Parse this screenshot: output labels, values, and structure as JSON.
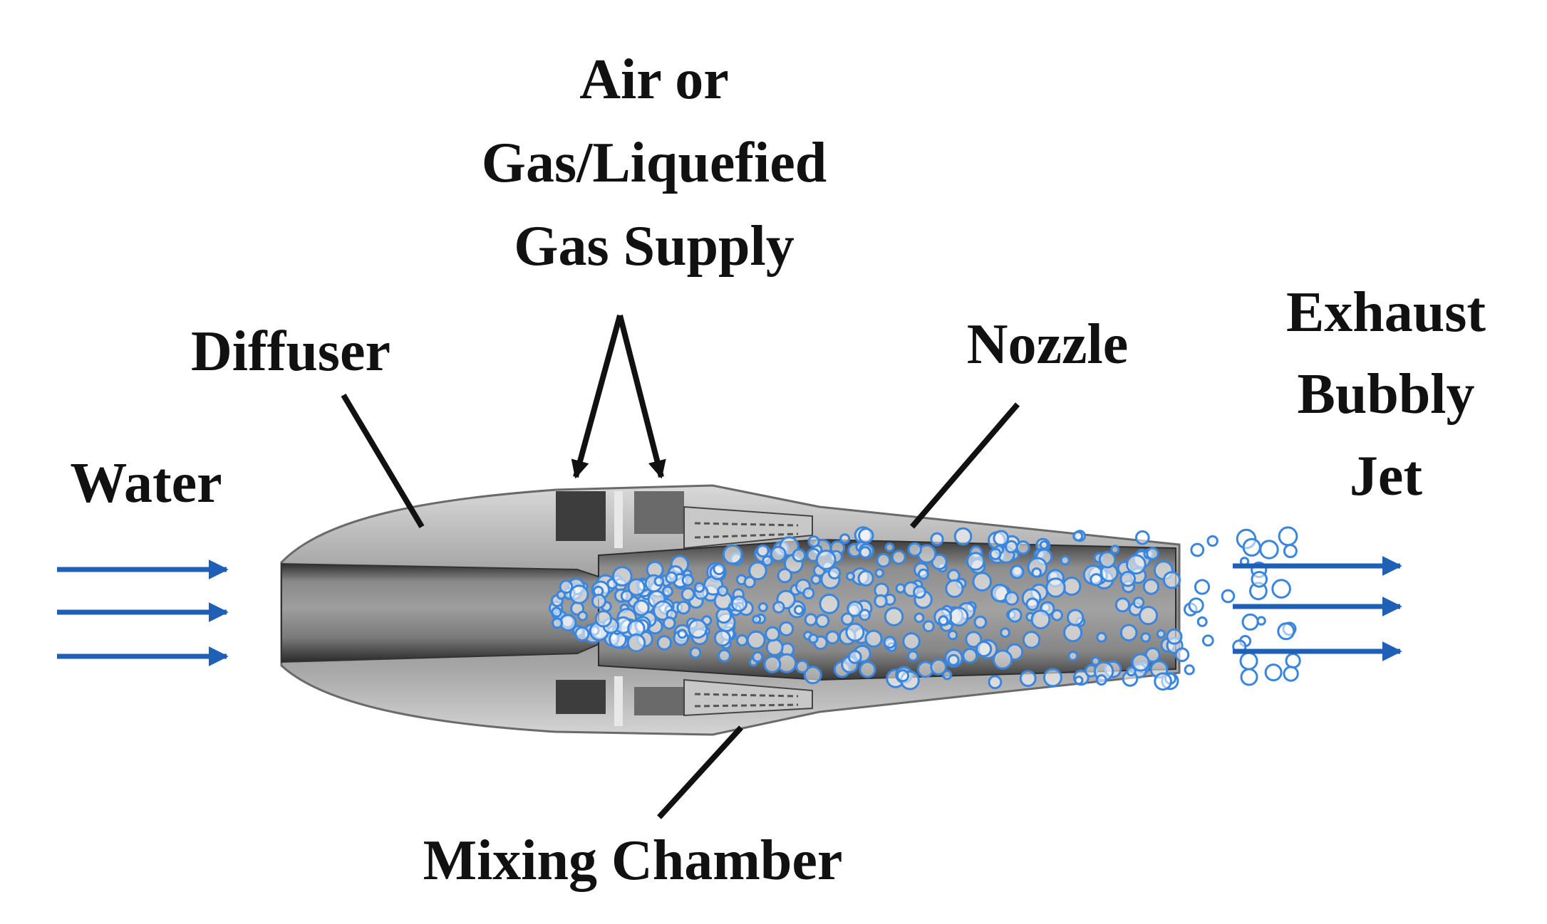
{
  "labels": {
    "supply_line1": "Air or",
    "supply_line2": "Gas/Liquefied",
    "supply_line3": "Gas Supply",
    "diffuser": "Diffuser",
    "nozzle": "Nozzle",
    "water": "Water",
    "exhaust_line1": "Exhaust",
    "exhaust_line2": "Bubbly",
    "exhaust_line3": "Jet",
    "mixing_chamber": "Mixing Chamber"
  },
  "colors": {
    "flow_arrow": "#1f5fb5",
    "bubble": "#3b86dd",
    "body_light": "#b8b8b8",
    "body_dark": "#555555",
    "label": "#111111"
  }
}
